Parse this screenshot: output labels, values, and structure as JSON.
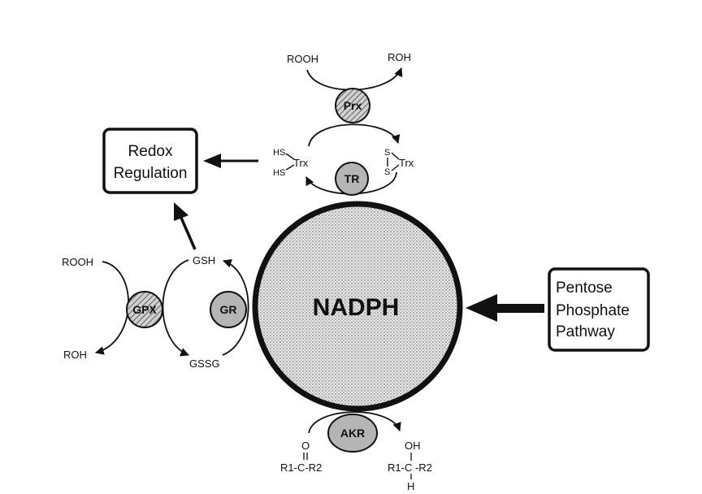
{
  "center": {
    "label": "NADPH"
  },
  "boxes": {
    "redox": {
      "line1": "Redox",
      "line2": "Regulation"
    },
    "pentose": {
      "line1": "Pentose",
      "line2": "Phosphate",
      "line3": "Pathway"
    }
  },
  "enzymes": {
    "prx": "Prx",
    "tr": "TR",
    "gpx": "GPX",
    "gr": "GR",
    "akr": "AKR"
  },
  "top": {
    "rooh": "ROOH",
    "roh": "ROH",
    "hs1": "HS",
    "hs2": "HS",
    "trx_reduced": "Trx",
    "s1": "S",
    "s2": "S",
    "trx_oxidized": "Trx"
  },
  "left": {
    "rooh": "ROOH",
    "roh": "ROH",
    "gsh": "GSH",
    "gssg": "GSSG"
  },
  "bottom": {
    "ketone_o": "O",
    "ketone_chain": "R1-C-R2",
    "alcohol_oh": "OH",
    "alcohol_chain": "R1-C -R2",
    "alcohol_h": "H"
  },
  "colors": {
    "stroke": "#111111",
    "enzyme_fill": "#b5b5b5",
    "hatch_fill": "#c8c8c8",
    "nadph_fill": "#e4e4e4"
  }
}
